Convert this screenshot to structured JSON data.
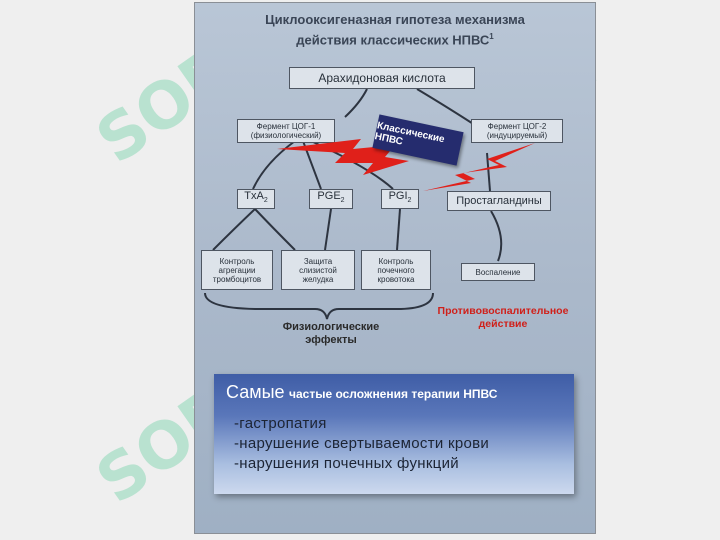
{
  "title_line1": "Циклооксигеназная гипотеза механизма",
  "title_line2": "действия классических НПВС",
  "title_sup": "1",
  "arachidonic": "Арахидоновая кислота",
  "cox1": [
    "Фермент ЦОГ-1",
    "(физиологический)"
  ],
  "cox2": [
    "Фермент ЦОГ-2",
    "(индуцируемый)"
  ],
  "nsaid_label": "Классические НПВС",
  "txa": {
    "base": "TxA",
    "sub": "2"
  },
  "pge": {
    "base": "PGE",
    "sub": "2"
  },
  "pgi": {
    "base": "PGI",
    "sub": "2"
  },
  "prostaglandins": "Простагландины",
  "effect1": [
    "Контроль",
    "агрегации",
    "тромбоцитов"
  ],
  "effect2": [
    "Защита",
    "слизистой",
    "желудка"
  ],
  "effect3": [
    "Контроль",
    "почечного",
    "кровотока"
  ],
  "inflammation": "Воспаление",
  "physio_effects": [
    "Физиологические",
    "эффекты"
  ],
  "anti_inflam": [
    "Противовоспалительное",
    "действие"
  ],
  "panel_title_big": "Самые",
  "panel_title_rest": "частые осложнения терапии НПВС",
  "complications": [
    "-гастропатия",
    "-нарушение свертываемости крови",
    "-нарушения почечных функций"
  ],
  "watermark": "SOF",
  "colors": {
    "red_zigzag": "#e0201a",
    "nsaid_box": "#252c6e",
    "panel": "#4a66ad"
  }
}
